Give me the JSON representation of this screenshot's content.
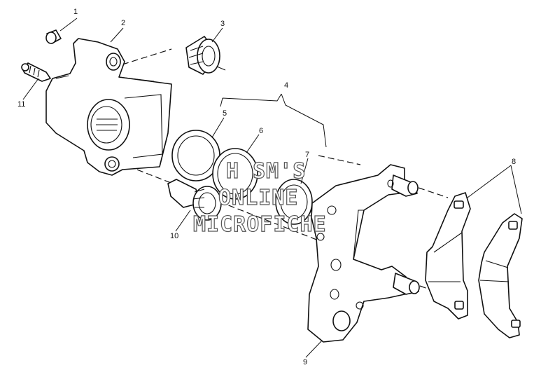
{
  "diagram": {
    "callouts": [
      {
        "id": "1",
        "label": "1"
      },
      {
        "id": "2",
        "label": "2"
      },
      {
        "id": "3",
        "label": "3"
      },
      {
        "id": "4",
        "label": "4"
      },
      {
        "id": "5",
        "label": "5"
      },
      {
        "id": "6",
        "label": "6"
      },
      {
        "id": "7",
        "label": "7"
      },
      {
        "id": "8",
        "label": "8"
      },
      {
        "id": "9",
        "label": "9"
      },
      {
        "id": "10",
        "label": "10"
      },
      {
        "id": "11",
        "label": "11"
      }
    ],
    "watermark": {
      "line1": "H SM'S",
      "line2": "ONLINE",
      "line3": "MICROFICHE"
    },
    "colors": {
      "ink": "#111111",
      "background": "#ffffff",
      "watermark_outline": "#555555"
    }
  }
}
